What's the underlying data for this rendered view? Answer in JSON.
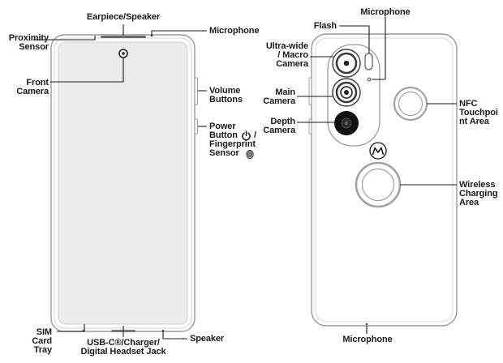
{
  "front_labels": {
    "earpiece": "Earpiece/Speaker",
    "microphone": "Microphone",
    "proximity": "Proximity\nSensor",
    "front_camera": "Front\nCamera",
    "volume": "Volume\nButtons",
    "power": "Power\nButton",
    "fingerprint": "/\nFingerprint\nSensor",
    "sim": "SIM\nCard\nTray",
    "usb": "USB-C®/Charger/\nDigital Headset Jack",
    "speaker": "Speaker"
  },
  "back_labels": {
    "flash": "Flash",
    "microphone_top": "Microphone",
    "ultrawide": "Ultra-wide\n/ Macro\nCamera",
    "main_camera": "Main\nCamera",
    "depth_camera": "Depth\nCamera",
    "nfc": "NFC\nTouchpoi\nnt Area",
    "wireless": "Wireless\nCharging\nArea",
    "microphone_bottom": "Microphone"
  },
  "icons": {
    "power": "power-icon",
    "fingerprint": "fingerprint-icon",
    "brand": "motorola-logo"
  },
  "colors": {
    "outline": "#9a9a9a",
    "screen": "#ececec",
    "leader": "#1a1a1a",
    "lens_dark": "#111111"
  }
}
